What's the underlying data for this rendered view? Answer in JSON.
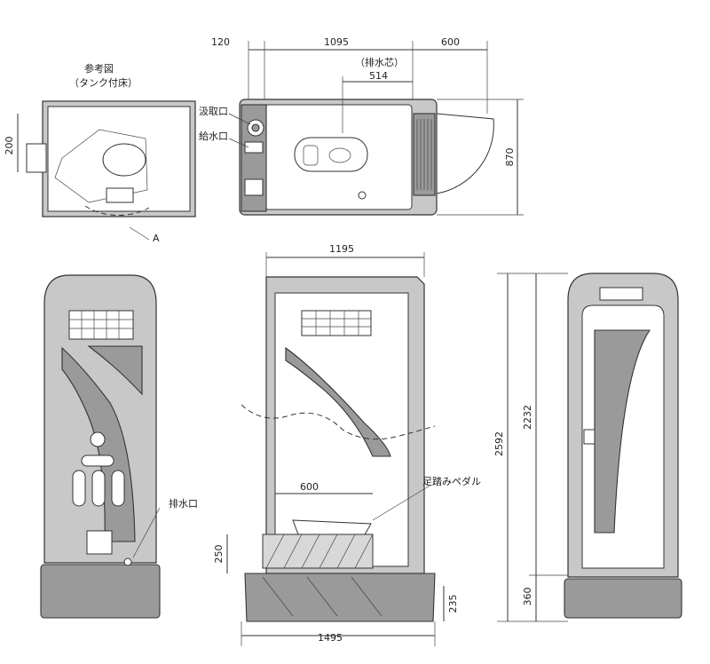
{
  "notes": {
    "reference_title": "参考図",
    "reference_sub": "（タンク付床）",
    "callout_a": "A"
  },
  "labels": {
    "suction": "汲取口",
    "water_supply": "給水口",
    "drain_center": "（排水芯）",
    "drain": "排水口",
    "foot_pedal": "足踏みペダル"
  },
  "dimensions": {
    "top_120": "120",
    "top_1095": "1095",
    "top_600": "600",
    "drain_514": "514",
    "right_870": "870",
    "left_200": "200",
    "width_1195": "1195",
    "inner_600": "600",
    "left_250": "250",
    "bottom_235": "235",
    "bottom_1495": "1495",
    "height_2592": "2592",
    "height_2232": "2232",
    "right_360": "360"
  }
}
